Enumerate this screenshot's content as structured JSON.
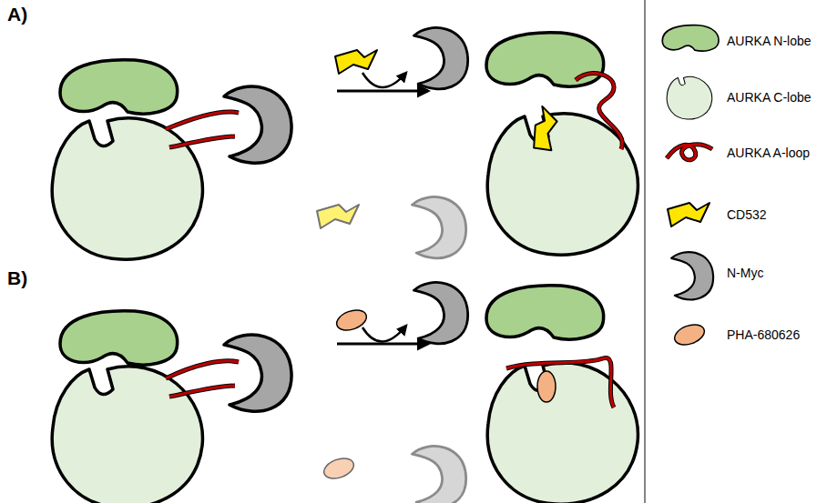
{
  "diagram": {
    "labels": [
      "A)",
      "B)"
    ],
    "legend": [
      {
        "text": "AURKA N-lobe"
      },
      {
        "text": "AURKA C-lobe"
      },
      {
        "text": "AURKA A-loop"
      },
      {
        "text": "CD532"
      },
      {
        "text": "N-Myc"
      },
      {
        "text": "PHA-680626"
      }
    ]
  }
}
